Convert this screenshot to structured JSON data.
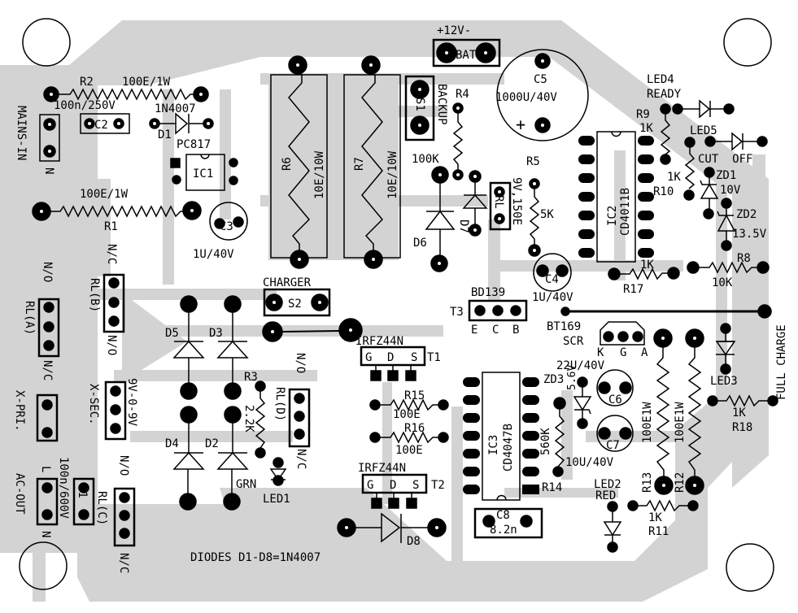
{
  "board": {
    "title": "PCB Component Layout",
    "colors": {
      "background": "#ffffff",
      "copper": "#d3d3d3",
      "silk": "#000000"
    }
  },
  "labels": {
    "mains_in": "MAINS-IN",
    "mains_n": "N",
    "r2": "R2",
    "r2_val": "100E/1W",
    "c2": "C2",
    "c2_val": "100n/250V",
    "d1": "D1",
    "d1_val": "1N4007",
    "pc817": "PC817",
    "ic1": "IC1",
    "r1": "R1",
    "r1_val": "100E/1W",
    "c3": "C3",
    "c3_val": "1U/40V",
    "r6": "R6",
    "r6_val": "10E/10W",
    "r7": "R7",
    "r7_val": "10E/10W",
    "s1": "S1",
    "backup": "BACKUP",
    "bat": "BAT",
    "plus12v": "+12V-",
    "r4": "R4",
    "r4_val": "100K",
    "c5": "C5",
    "c5_val": "1000U/40V",
    "c5_plus": "+",
    "led4": "LED4",
    "ready": "READY",
    "r9": "R9",
    "r9_val": "1K",
    "led5": "LED5",
    "cut_off": "CUT  OFF",
    "r10": "R10",
    "r10_val": "1K",
    "zd1": "ZD1",
    "zd1_val": "10V",
    "zd2": "ZD2",
    "zd2_val": "13.5V",
    "r8": "R8",
    "r8_val": "10K",
    "r5": "R5",
    "r5_val": "5K",
    "rl": "RL",
    "rl_val": "9V,150E",
    "d6": "D6",
    "d7": "D7",
    "ic2": "IC2",
    "ic2_val": "CD4011B",
    "c4": "C4",
    "c4_val": "1U/40V",
    "r17": "R17",
    "r17_val": "1K",
    "full_charge": "FULL CHARGE",
    "no": "N/O",
    "nc": "N/C",
    "rla": "RL(A)",
    "rlb": "RL(B)",
    "rlc": "RL(C)",
    "rld": "RL(D)",
    "x_pri": "X-PRI.",
    "x_sec": "X-SEC.",
    "sec_val": "9V-0-9V",
    "ac_out": "AC-OUT",
    "l": "L",
    "c1": "C1",
    "c1_val": "100n/600V",
    "charger": "CHARGER",
    "s2": "S2",
    "d5": "D5",
    "d3": "D3",
    "d4": "D4",
    "d2": "D2",
    "r3": "R3",
    "r3_val": "2.2K",
    "grn": "GRN",
    "led1": "LED1",
    "t1_part": "IRFZ44N",
    "t1": "T1",
    "t2_part": "IRFZ44N",
    "t2": "T2",
    "g": "G",
    "d": "D",
    "s": "S",
    "r15": "R15",
    "r15_val": "100E",
    "r16": "R16",
    "r16_val": "100E",
    "t3": "T3",
    "t3_part": "BD139",
    "e": "E",
    "c": "C",
    "b": "B",
    "scr_part": "BT169",
    "scr": "SCR",
    "k": "K",
    "a": "A",
    "c6_val": "22U/40V",
    "c6": "C6",
    "c7": "C7",
    "c7_val": "10U/40V",
    "zd3": "ZD3",
    "zd3_val": "5.6V",
    "r14": "R14",
    "r14_val": "560K",
    "ic3": "IC3",
    "ic3_val": "CD4047B",
    "c8": "C8",
    "c8_val": "8.2n",
    "r13": "R13",
    "r13_val": "100E1W",
    "r12": "R12",
    "r12_val": "100E1W",
    "led3": "LED3",
    "r18": "R18",
    "r18_val": "1K",
    "led2": "LED2",
    "red": "RED",
    "r11": "R11",
    "r11_val": "1K",
    "d8": "D8",
    "diodes_note": "DIODES D1-D8=1N4007"
  }
}
